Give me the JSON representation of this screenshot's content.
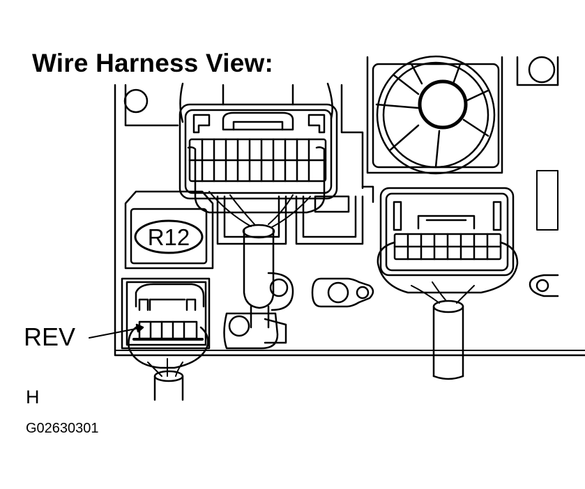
{
  "title": "Wire Harness View:",
  "labels": {
    "connector_r12": "R12",
    "connector_rev": "REV",
    "view_marker": "H",
    "figure_id": "G02630301"
  },
  "colors": {
    "ink": "#000000",
    "paper": "#ffffff"
  }
}
